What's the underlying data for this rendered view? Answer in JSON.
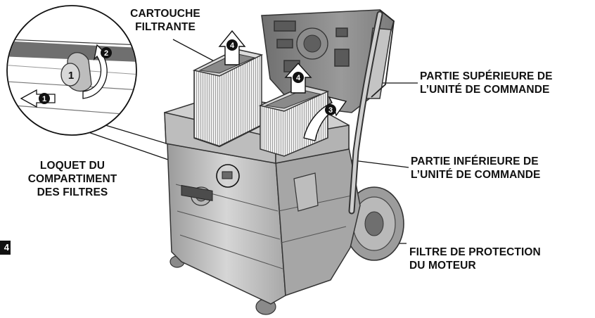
{
  "figure_number": "4",
  "labels": {
    "filter_cartridge": [
      "CARTOUCHE",
      "FILTRANTE"
    ],
    "filter_latch": [
      "LOQUET DU",
      "COMPARTIMENT",
      "DES FILTRES"
    ],
    "upper_control_unit": [
      "PARTIE SUPÉRIEURE DE",
      "L’UNITÉ DE COMMANDE"
    ],
    "lower_control_unit": [
      "PARTIE INFÉRIEURE DE",
      "L’UNITÉ DE COMMANDE"
    ],
    "motor_filter": [
      "FILTRE DE PROTECTION",
      "DU MOTEUR"
    ]
  },
  "step_markers": [
    "1",
    "2",
    "3",
    "4"
  ],
  "latch_position_mark": "1"
}
